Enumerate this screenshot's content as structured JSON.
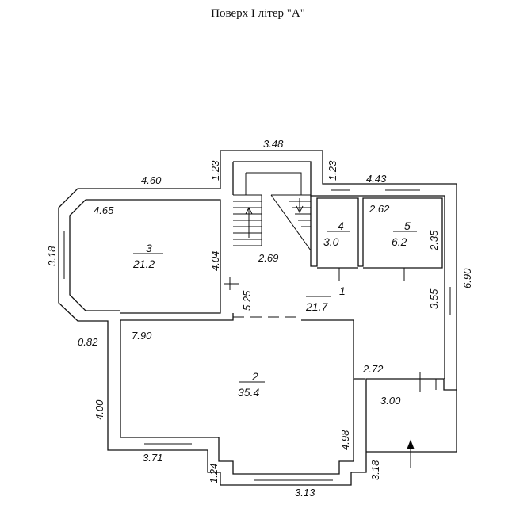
{
  "title": "Поверх I літер \"А\"",
  "rooms": [
    {
      "number": "1",
      "area": "21.7"
    },
    {
      "number": "2",
      "area": "35.4"
    },
    {
      "number": "3",
      "area": "21.2"
    },
    {
      "number": "4",
      "area": "3.0"
    },
    {
      "number": "5",
      "area": "6.2"
    }
  ],
  "dimensions": [
    "3.48",
    "1.23",
    "1.23",
    "4.60",
    "4.43",
    "4.65",
    "2.62",
    "3.18",
    "4.04",
    "2.69",
    "2.35",
    "6.90",
    "5.25",
    "3.55",
    "0.82",
    "7.90",
    "2.72",
    "3.00",
    "4.00",
    "4.98",
    "3.71",
    "1.24",
    "3.18",
    "3.13"
  ]
}
